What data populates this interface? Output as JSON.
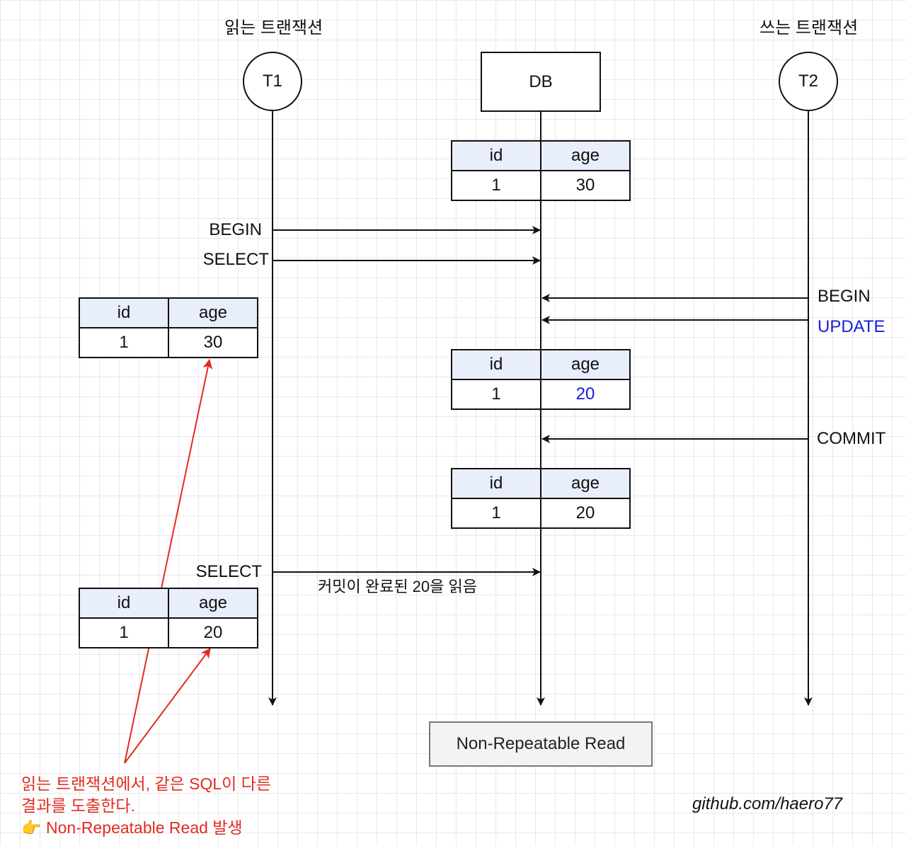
{
  "participants": {
    "t1": {
      "title": "읽는 트랜잭션",
      "label": "T1"
    },
    "db": {
      "label": "DB"
    },
    "t2": {
      "title": "쓰는 트랜잭션",
      "label": "T2"
    }
  },
  "messages": {
    "t1_begin": "BEGIN",
    "t1_select1": "SELECT",
    "t2_begin": "BEGIN",
    "t2_update": "UPDATE",
    "t2_commit": "COMMIT",
    "t1_select2": "SELECT",
    "t1_select2_note": "커밋이 완료된 20을 읽음"
  },
  "tables": {
    "db_initial": {
      "headers": [
        "id",
        "age"
      ],
      "row": [
        "1",
        "30"
      ]
    },
    "db_after_update": {
      "headers": [
        "id",
        "age"
      ],
      "row": [
        "1",
        "20"
      ]
    },
    "db_after_commit": {
      "headers": [
        "id",
        "age"
      ],
      "row": [
        "1",
        "20"
      ]
    },
    "t1_result1": {
      "headers": [
        "id",
        "age"
      ],
      "row": [
        "1",
        "30"
      ]
    },
    "t1_result2": {
      "headers": [
        "id",
        "age"
      ],
      "row": [
        "1",
        "20"
      ]
    }
  },
  "banner": "Non-Repeatable Read",
  "annotation": {
    "line1": "읽는 트랜잭션에서, 같은 SQL이 다른",
    "line2": "결과를 도출한다.",
    "line3_emoji": "👉",
    "line3": "Non-Repeatable Read 발생"
  },
  "credit": "github.com/haero77",
  "colors": {
    "highlight_blue": "#1a1adb",
    "annotation_red": "#e22b20",
    "table_header_bg": "#e9eefc"
  }
}
